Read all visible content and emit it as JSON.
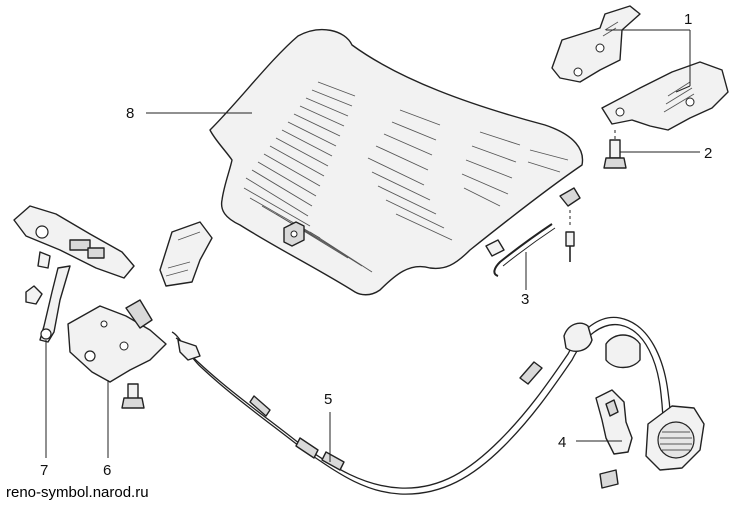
{
  "callouts": {
    "c1": "1",
    "c2": "2",
    "c3": "3",
    "c4": "4",
    "c5": "5",
    "c6": "6",
    "c7": "7",
    "c8": "8"
  },
  "watermark": "reno-symbol.narod.ru"
}
